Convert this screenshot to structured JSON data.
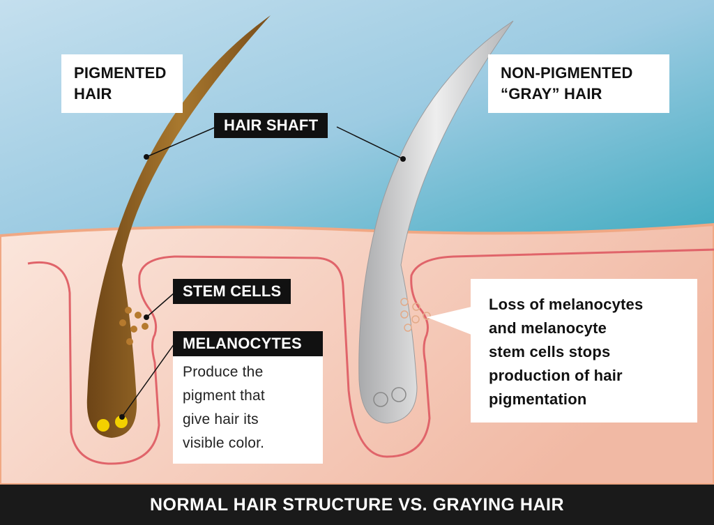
{
  "labels": {
    "pigmented": [
      "PIGMENTED",
      "HAIR"
    ],
    "non_pigmented": [
      "NON-PIGMENTED",
      "“GRAY” HAIR"
    ],
    "hair_shaft": "HAIR SHAFT",
    "stem_cells": "STEM CELLS",
    "melanocytes": "MELANOCYTES",
    "melanocytes_desc": [
      "Produce the",
      "pigment that",
      "give hair its",
      "visible color."
    ],
    "gray_desc": [
      "Loss of melanocytes",
      "and melanocyte",
      "stem cells stops",
      "production of hair",
      "pigmentation"
    ]
  },
  "footer": "NORMAL HAIR STRUCTURE VS. GRAYING HAIR",
  "colors": {
    "sky_top": "#b9d9ea",
    "sky_bottom": "#4fb3c8",
    "skin": "#f6d2c2",
    "follicle_line": "#e0646a",
    "pigmented_hair": "#8a5a22",
    "gray_hair": "#c9cacb"
  }
}
